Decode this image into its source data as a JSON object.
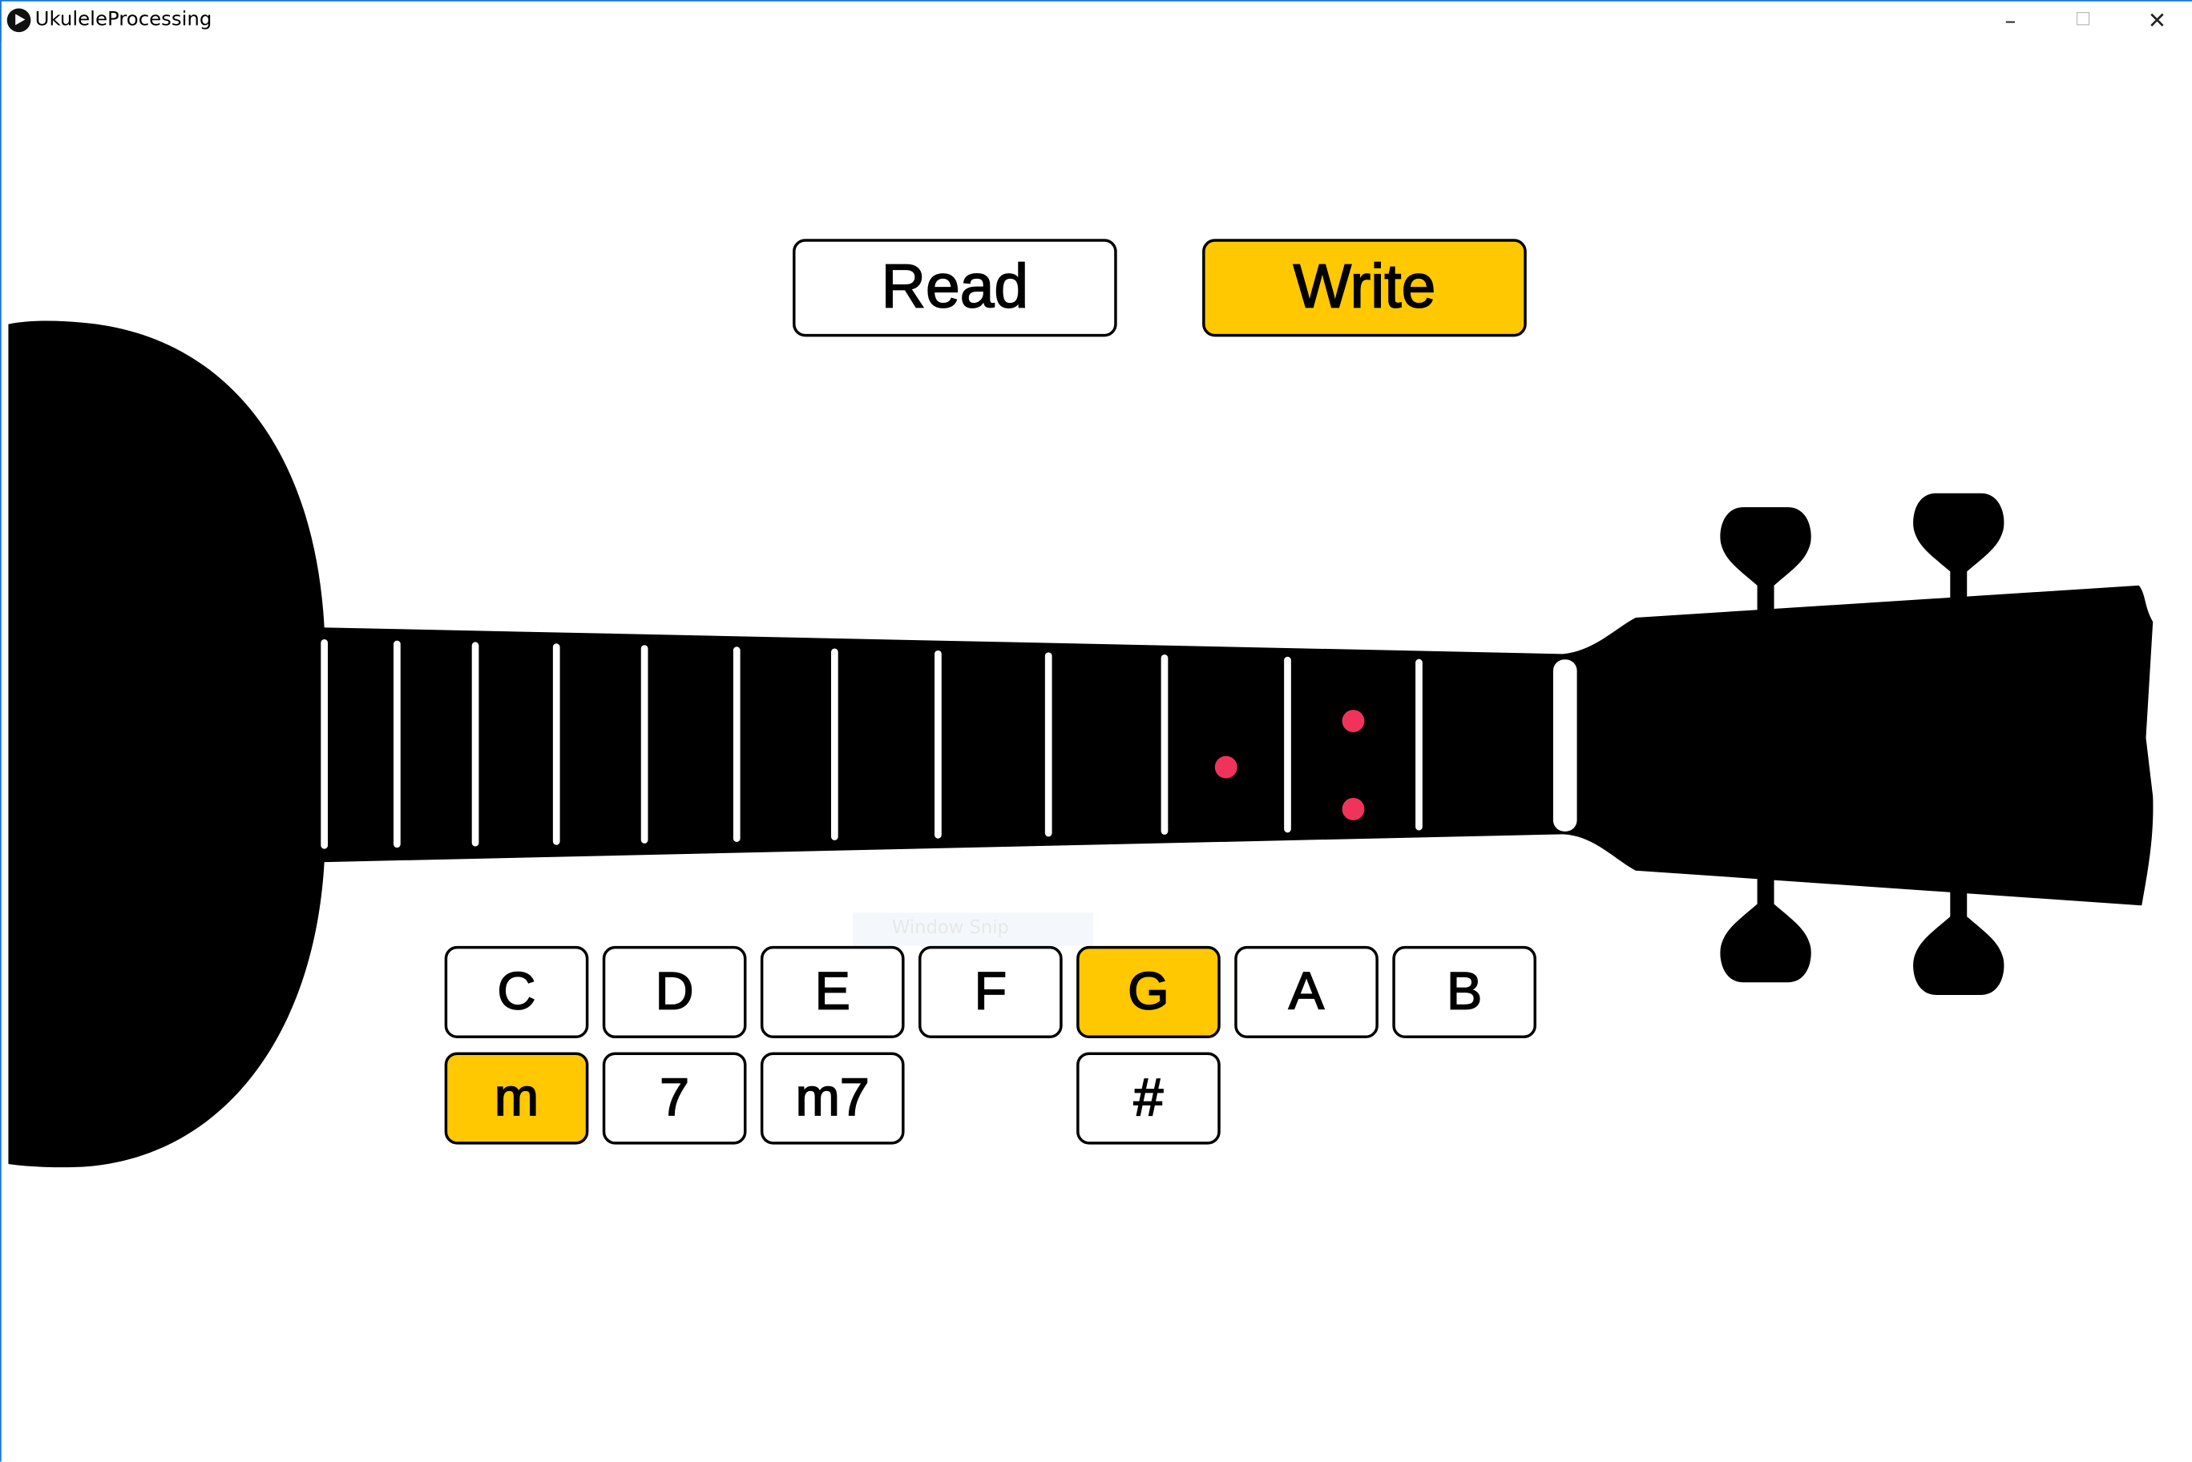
{
  "window": {
    "title": "UkuleleProcessing",
    "minimize": "–",
    "maximize": "☐",
    "close": "✕"
  },
  "modes": [
    {
      "label": "Read",
      "active": false
    },
    {
      "label": "Write",
      "active": true
    }
  ],
  "notes": [
    {
      "label": "C",
      "active": false
    },
    {
      "label": "D",
      "active": false
    },
    {
      "label": "E",
      "active": false
    },
    {
      "label": "F",
      "active": false
    },
    {
      "label": "G",
      "active": true
    },
    {
      "label": "A",
      "active": false
    },
    {
      "label": "B",
      "active": false
    }
  ],
  "modifiers": [
    {
      "label": "m",
      "active": true
    },
    {
      "label": "7",
      "active": false
    },
    {
      "label": "m7",
      "active": false
    }
  ],
  "sharp": {
    "label": "#",
    "active": false
  },
  "overlay": {
    "snip_label": "Window Snip"
  },
  "colors": {
    "accent": "#ffc800",
    "finger_dot": "#f0335a",
    "ukulele": "#000000"
  },
  "finger_positions": [
    {
      "string": 3,
      "fret": 2
    },
    {
      "string": 2,
      "fret": 3
    },
    {
      "string": 1,
      "fret": 2
    }
  ]
}
